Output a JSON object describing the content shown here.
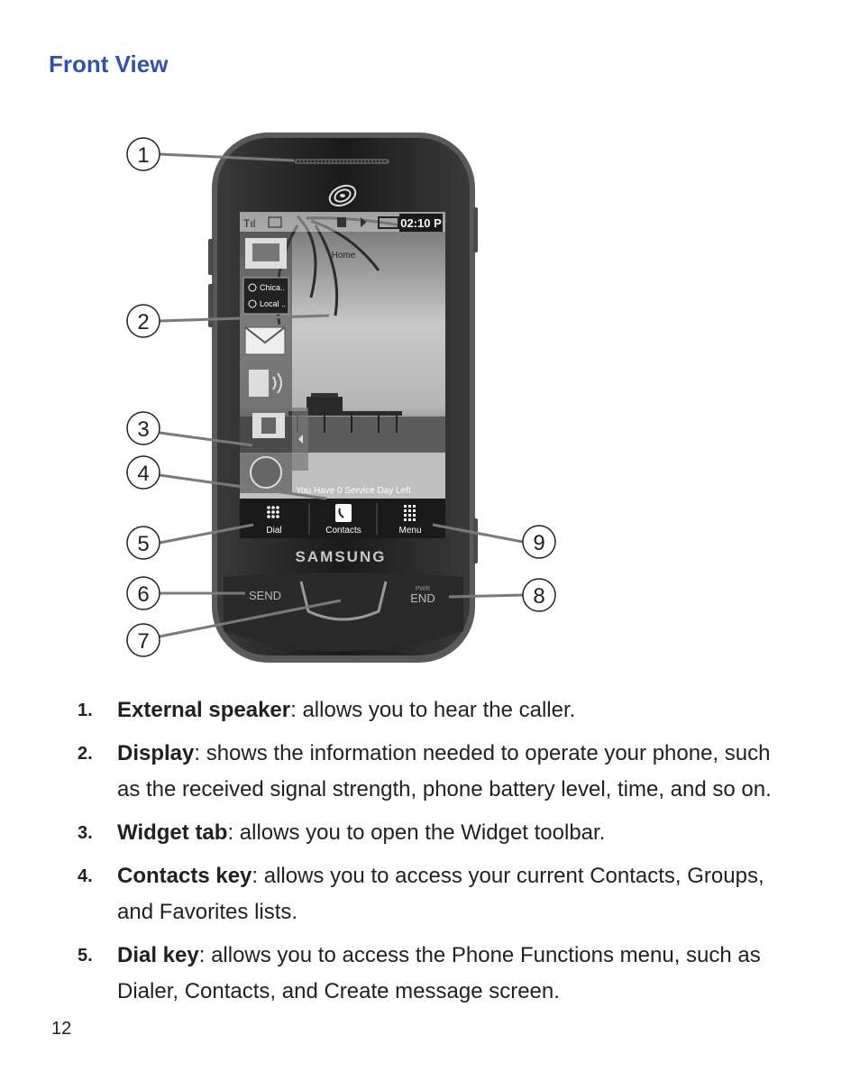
{
  "heading": "Front View",
  "phone": {
    "brand": "SAMSUNG",
    "status_time": "02:10 P",
    "home_label": "Home",
    "widget_labels": [
      "Chica..",
      "Local .."
    ],
    "service_text": "You Have 0 Service Day Left",
    "softkeys": [
      "Dial",
      "Contacts",
      "Menu"
    ],
    "send_label": "SEND",
    "end_label": "END",
    "pwr_label": "PWR"
  },
  "callouts": [
    "1",
    "2",
    "3",
    "4",
    "5",
    "6",
    "7",
    "8",
    "9"
  ],
  "items": [
    {
      "num": "1.",
      "term": "External speaker",
      "desc": ": allows you to hear the caller."
    },
    {
      "num": "2.",
      "term": "Display",
      "desc": ": shows the information needed to operate your phone, such as the received signal strength, phone battery level, time, and so on."
    },
    {
      "num": "3.",
      "term": "Widget tab",
      "desc": ": allows you to open the Widget toolbar."
    },
    {
      "num": "4.",
      "term": "Contacts key",
      "desc": ": allows you to access your current Contacts, Groups, and Favorites lists."
    },
    {
      "num": "5.",
      "term": "Dial key",
      "desc": ": allows you to access the Phone Functions menu, such as Dialer, Contacts, and Create message screen."
    }
  ],
  "page_number": "12"
}
